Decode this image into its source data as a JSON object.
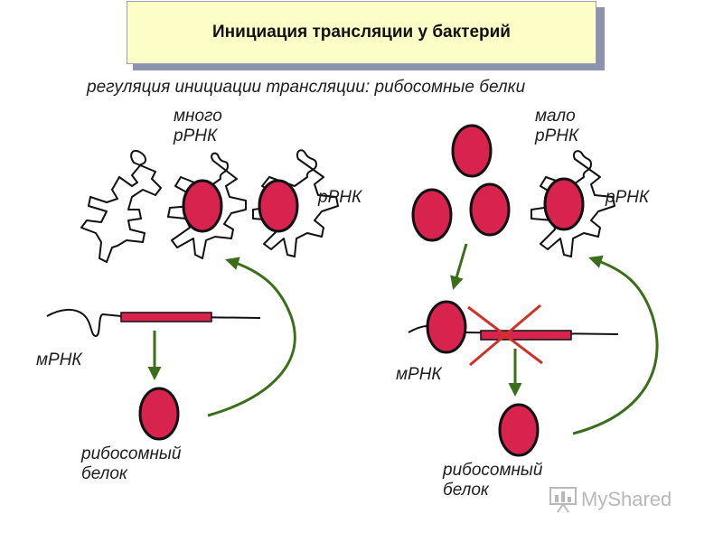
{
  "title": "Инициация трансляции у бактерий",
  "subtitle": "регуляция инициации трансляции: рибосомные белки",
  "left_panel": {
    "amount_label": "много\nрРНК",
    "rrna_label": "рРНК",
    "mrna_label": "мРНК",
    "protein_label": "рибосомный\nбелок"
  },
  "right_panel": {
    "amount_label": "мало\nрРНК",
    "rrna_label": "рРНК",
    "mrna_label": "мРНК",
    "protein_label": "рибосомный\nбелок"
  },
  "watermark": {
    "text": "MyShared",
    "icon": "presentation-board-icon"
  },
  "colors": {
    "protein_fill": "#d8234f",
    "protein_outline": "#111111",
    "gene_bar": "#d8234f",
    "arrow": "#3b6e1a",
    "cross": "#d0322a",
    "title_bg": "#fdfdc8",
    "title_shadow": "#8b93b0"
  }
}
